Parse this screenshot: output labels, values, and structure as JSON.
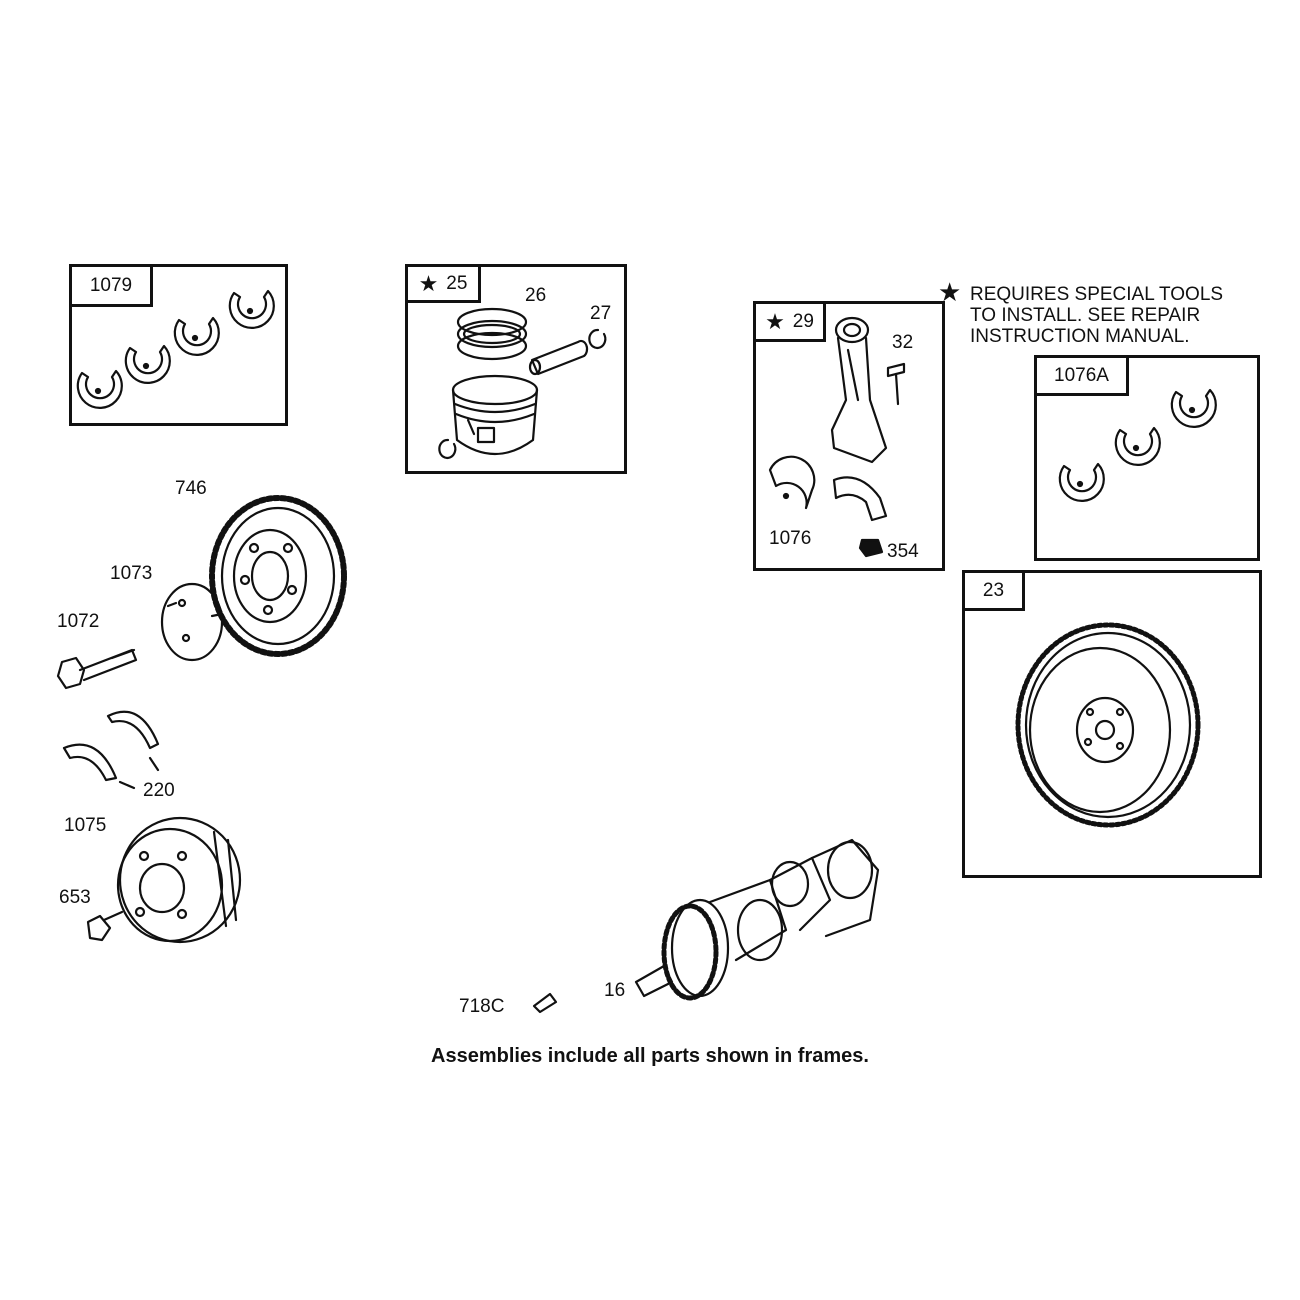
{
  "frames": {
    "f1079": {
      "tag": "1079",
      "star": false
    },
    "f25": {
      "tag": "25",
      "star": true
    },
    "f29": {
      "tag": "29",
      "star": true
    },
    "f1076A": {
      "tag": "1076A",
      "star": false
    },
    "f23": {
      "tag": "23",
      "star": false
    }
  },
  "labels": {
    "l26": "26",
    "l27": "27",
    "l32": "32",
    "l1076": "1076",
    "l354": "354",
    "l746": "746",
    "l1073": "1073",
    "l1072": "1072",
    "l220": "220",
    "l1075": "1075",
    "l653": "653",
    "l718C": "718C",
    "l16": "16"
  },
  "note": {
    "star_symbol": "★",
    "lines": [
      "REQUIRES SPECIAL TOOLS",
      "TO INSTALL.  SEE REPAIR",
      "INSTRUCTION MANUAL."
    ]
  },
  "footer": "Assemblies include all parts shown in frames."
}
